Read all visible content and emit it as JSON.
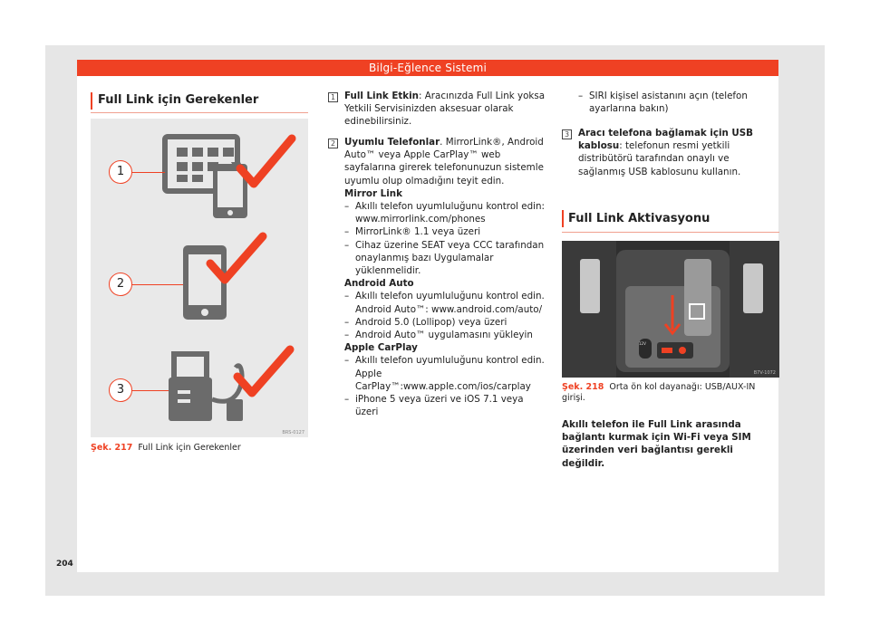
{
  "header": {
    "title": "Bilgi-Eğlence Sistemi"
  },
  "page_number": "204",
  "left": {
    "section_title": "Full Link için Gerekenler",
    "figure": {
      "code": "BRS-0127",
      "callouts": [
        "1",
        "2",
        "3"
      ],
      "icons": [
        "grid-phone-icon",
        "phone-icon",
        "usb-plug-icon",
        "checkmark-icon"
      ],
      "caption_num": "Şek. 217",
      "caption_text": "Full Link için Gerekenler"
    }
  },
  "middle": {
    "item1": {
      "num": "1",
      "bold": "Full Link Etkin",
      "text": ": Aracınızda Full Link yoksa Yetkili Servisinizden aksesuar olarak edinebilirsiniz."
    },
    "item2": {
      "num": "2",
      "bold": "Uyumlu Telefonlar",
      "text": ". MirrorLink®, Android Auto™ veya Apple CarPlay™ web sayfalarına girerek telefonunuzun sistemle uyumlu olup olmadığını teyit edin."
    },
    "mirror_head": "Mirror Link",
    "mirror": [
      "Akıllı telefon uyumluluğunu kontrol edin: www.mirrorlink.com/phones",
      "MirrorLink® 1.1 veya üzeri",
      "Cihaz üzerine SEAT veya CCC tarafından onaylanmış bazı Uygulamalar yüklenmelidir."
    ],
    "android_head": "Android Auto",
    "android": [
      "Akıllı telefon uyumluluğunu kontrol edin. Android Auto™: www.android.com/auto/",
      "Android 5.0 (Lollipop) veya üzeri",
      "Android Auto™ uygulamasını yükleyin"
    ],
    "apple_head": "Apple CarPlay",
    "apple": [
      "Akıllı telefon uyumluluğunu kontrol edin. Apple CarPlay™:www.apple.com/ios/carplay",
      "iPhone 5 veya üzeri ve iOS 7.1 veya üzeri"
    ]
  },
  "right": {
    "siri": "SIRI kişisel asistanını açın (telefon ayarlarına bakın)",
    "item3": {
      "num": "3",
      "bold": "Aracı telefona bağlamak için USB kablosu",
      "text": ": telefonun resmi yetkili distribütörü tarafından onaylı ve sağlanmış USB kablosunu kullanın."
    },
    "section_title": "Full Link Aktivasyonu",
    "figure": {
      "code": "B7V-1072",
      "usb_label": "12V",
      "caption_num": "Şek. 218",
      "caption_text": "Orta ön kol dayanağı: USB/AUX-IN girişi."
    },
    "bold_paragraph": "Akıllı telefon ile Full Link arasında bağlantı kurmak için Wi-Fi veya SIM üzerinden veri bağlantısı gerekli değildir."
  },
  "colors": {
    "accent": "#ef4123",
    "figure_bg": "#e9e9e9",
    "icon_gray": "#6b6b6b"
  }
}
